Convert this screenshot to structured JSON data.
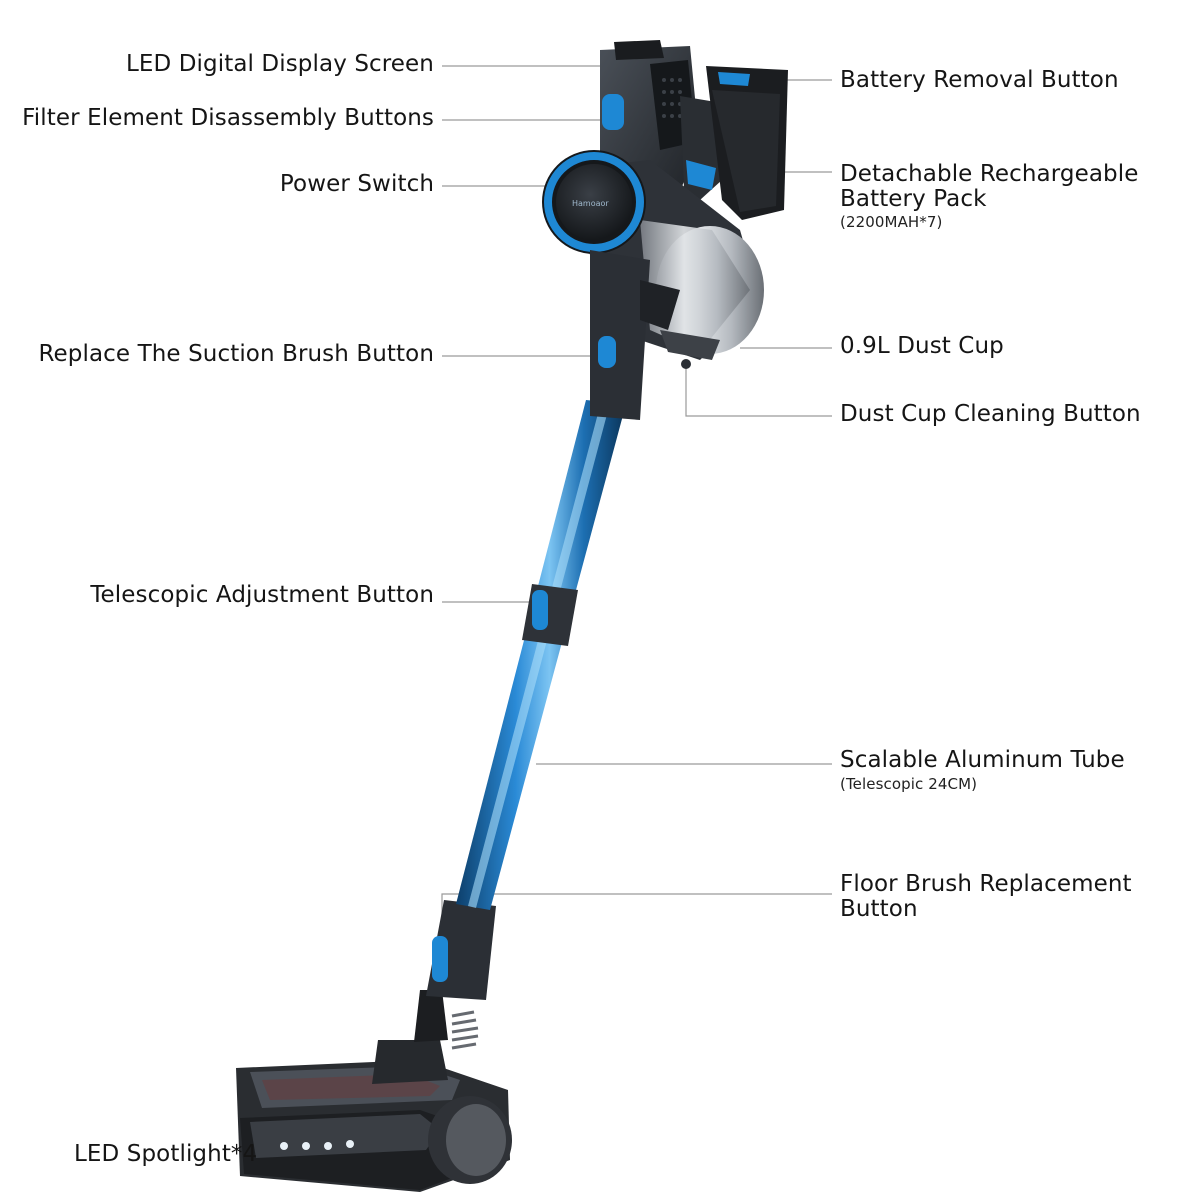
{
  "labels": {
    "led_display": "LED Digital Display Screen",
    "filter_buttons": "Filter Element Disassembly Buttons",
    "power_switch": "Power Switch",
    "replace_suction": "Replace The Suction Brush Button",
    "telescopic_button": "Telescopic Adjustment Button",
    "led_spotlight": "LED Spotlight*4",
    "battery_removal": "Battery Removal Button",
    "battery_pack": "Detachable Rechargeable Battery Pack",
    "battery_pack_sub": "(2200MAH*7)",
    "dust_cup": "0.9L Dust Cup",
    "dust_cup_cleaning": "Dust Cup Cleaning Button",
    "aluminum_tube": "Scalable Aluminum Tube",
    "aluminum_tube_sub": "(Telescopic 24CM)",
    "floor_brush": "Floor Brush Replacement Button"
  },
  "colors": {
    "accent_blue": "#1e88d4",
    "tube_blue": "#1b6fb0",
    "body_dark": "#2b2f35",
    "silver": "#c3c7cc",
    "leader_line": "#9a9a9a"
  },
  "icons": [
    "vacuum-cleaner-illustration"
  ]
}
